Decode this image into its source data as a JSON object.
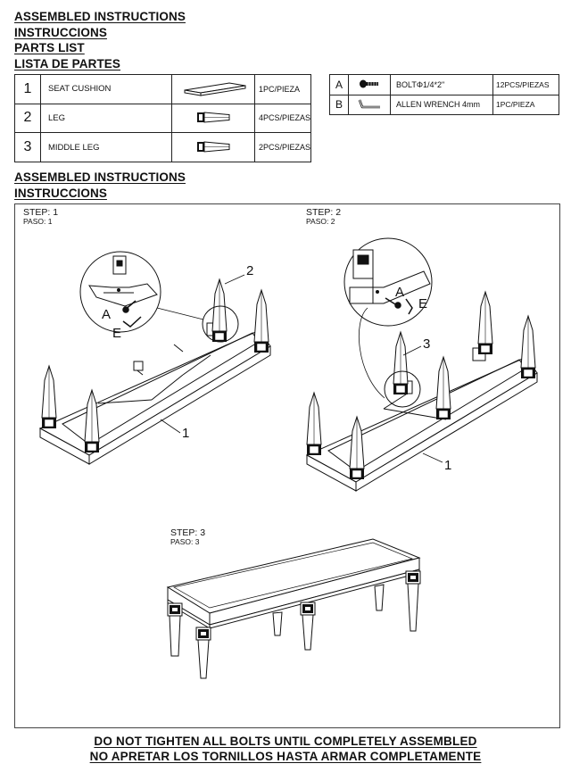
{
  "header": {
    "line1": "ASSEMBLED INSTRUCTIONS",
    "line2": "INSTRUCCIONS",
    "line3": "PARTS LIST",
    "line4": "LISTA DE PARTES"
  },
  "parts_list": [
    {
      "num": "1",
      "name": "SEAT CUSHION",
      "icon": "seat-cushion-icon",
      "qty": "1PC/PIEZA"
    },
    {
      "num": "2",
      "name": "LEG",
      "icon": "leg-icon",
      "qty": "4PCS/PIEZAS"
    },
    {
      "num": "3",
      "name": "MIDDLE LEG",
      "icon": "middle-leg-icon",
      "qty": "2PCS/PIEZAS"
    }
  ],
  "hardware": [
    {
      "letter": "A",
      "icon": "bolt-icon",
      "name": "BOLTΦ1/4*2\"",
      "qty": "12PCS/PIEZAS"
    },
    {
      "letter": "B",
      "icon": "allen-wrench-icon",
      "name": "ALLEN WRENCH 4mm",
      "qty": "1PC/PIEZA"
    }
  ],
  "section": {
    "line1": "ASSEMBLED INSTRUCTIONS",
    "line2": "INSTRUCCIONS"
  },
  "steps": [
    {
      "en": "STEP: 1",
      "es": "PASO: 1",
      "callouts": [
        "2",
        "1",
        "A",
        "E"
      ]
    },
    {
      "en": "STEP: 2",
      "es": "PASO: 2",
      "callouts": [
        "3",
        "1",
        "A",
        "E"
      ]
    },
    {
      "en": "STEP: 3",
      "es": "PASO: 3"
    }
  ],
  "warning": {
    "en": "DO NOT TIGHTEN ALL BOLTS UNTIL COMPLETELY ASSEMBLED",
    "es": "NO APRETAR LOS TORNILLOS HASTA ARMAR COMPLETAMENTE"
  }
}
